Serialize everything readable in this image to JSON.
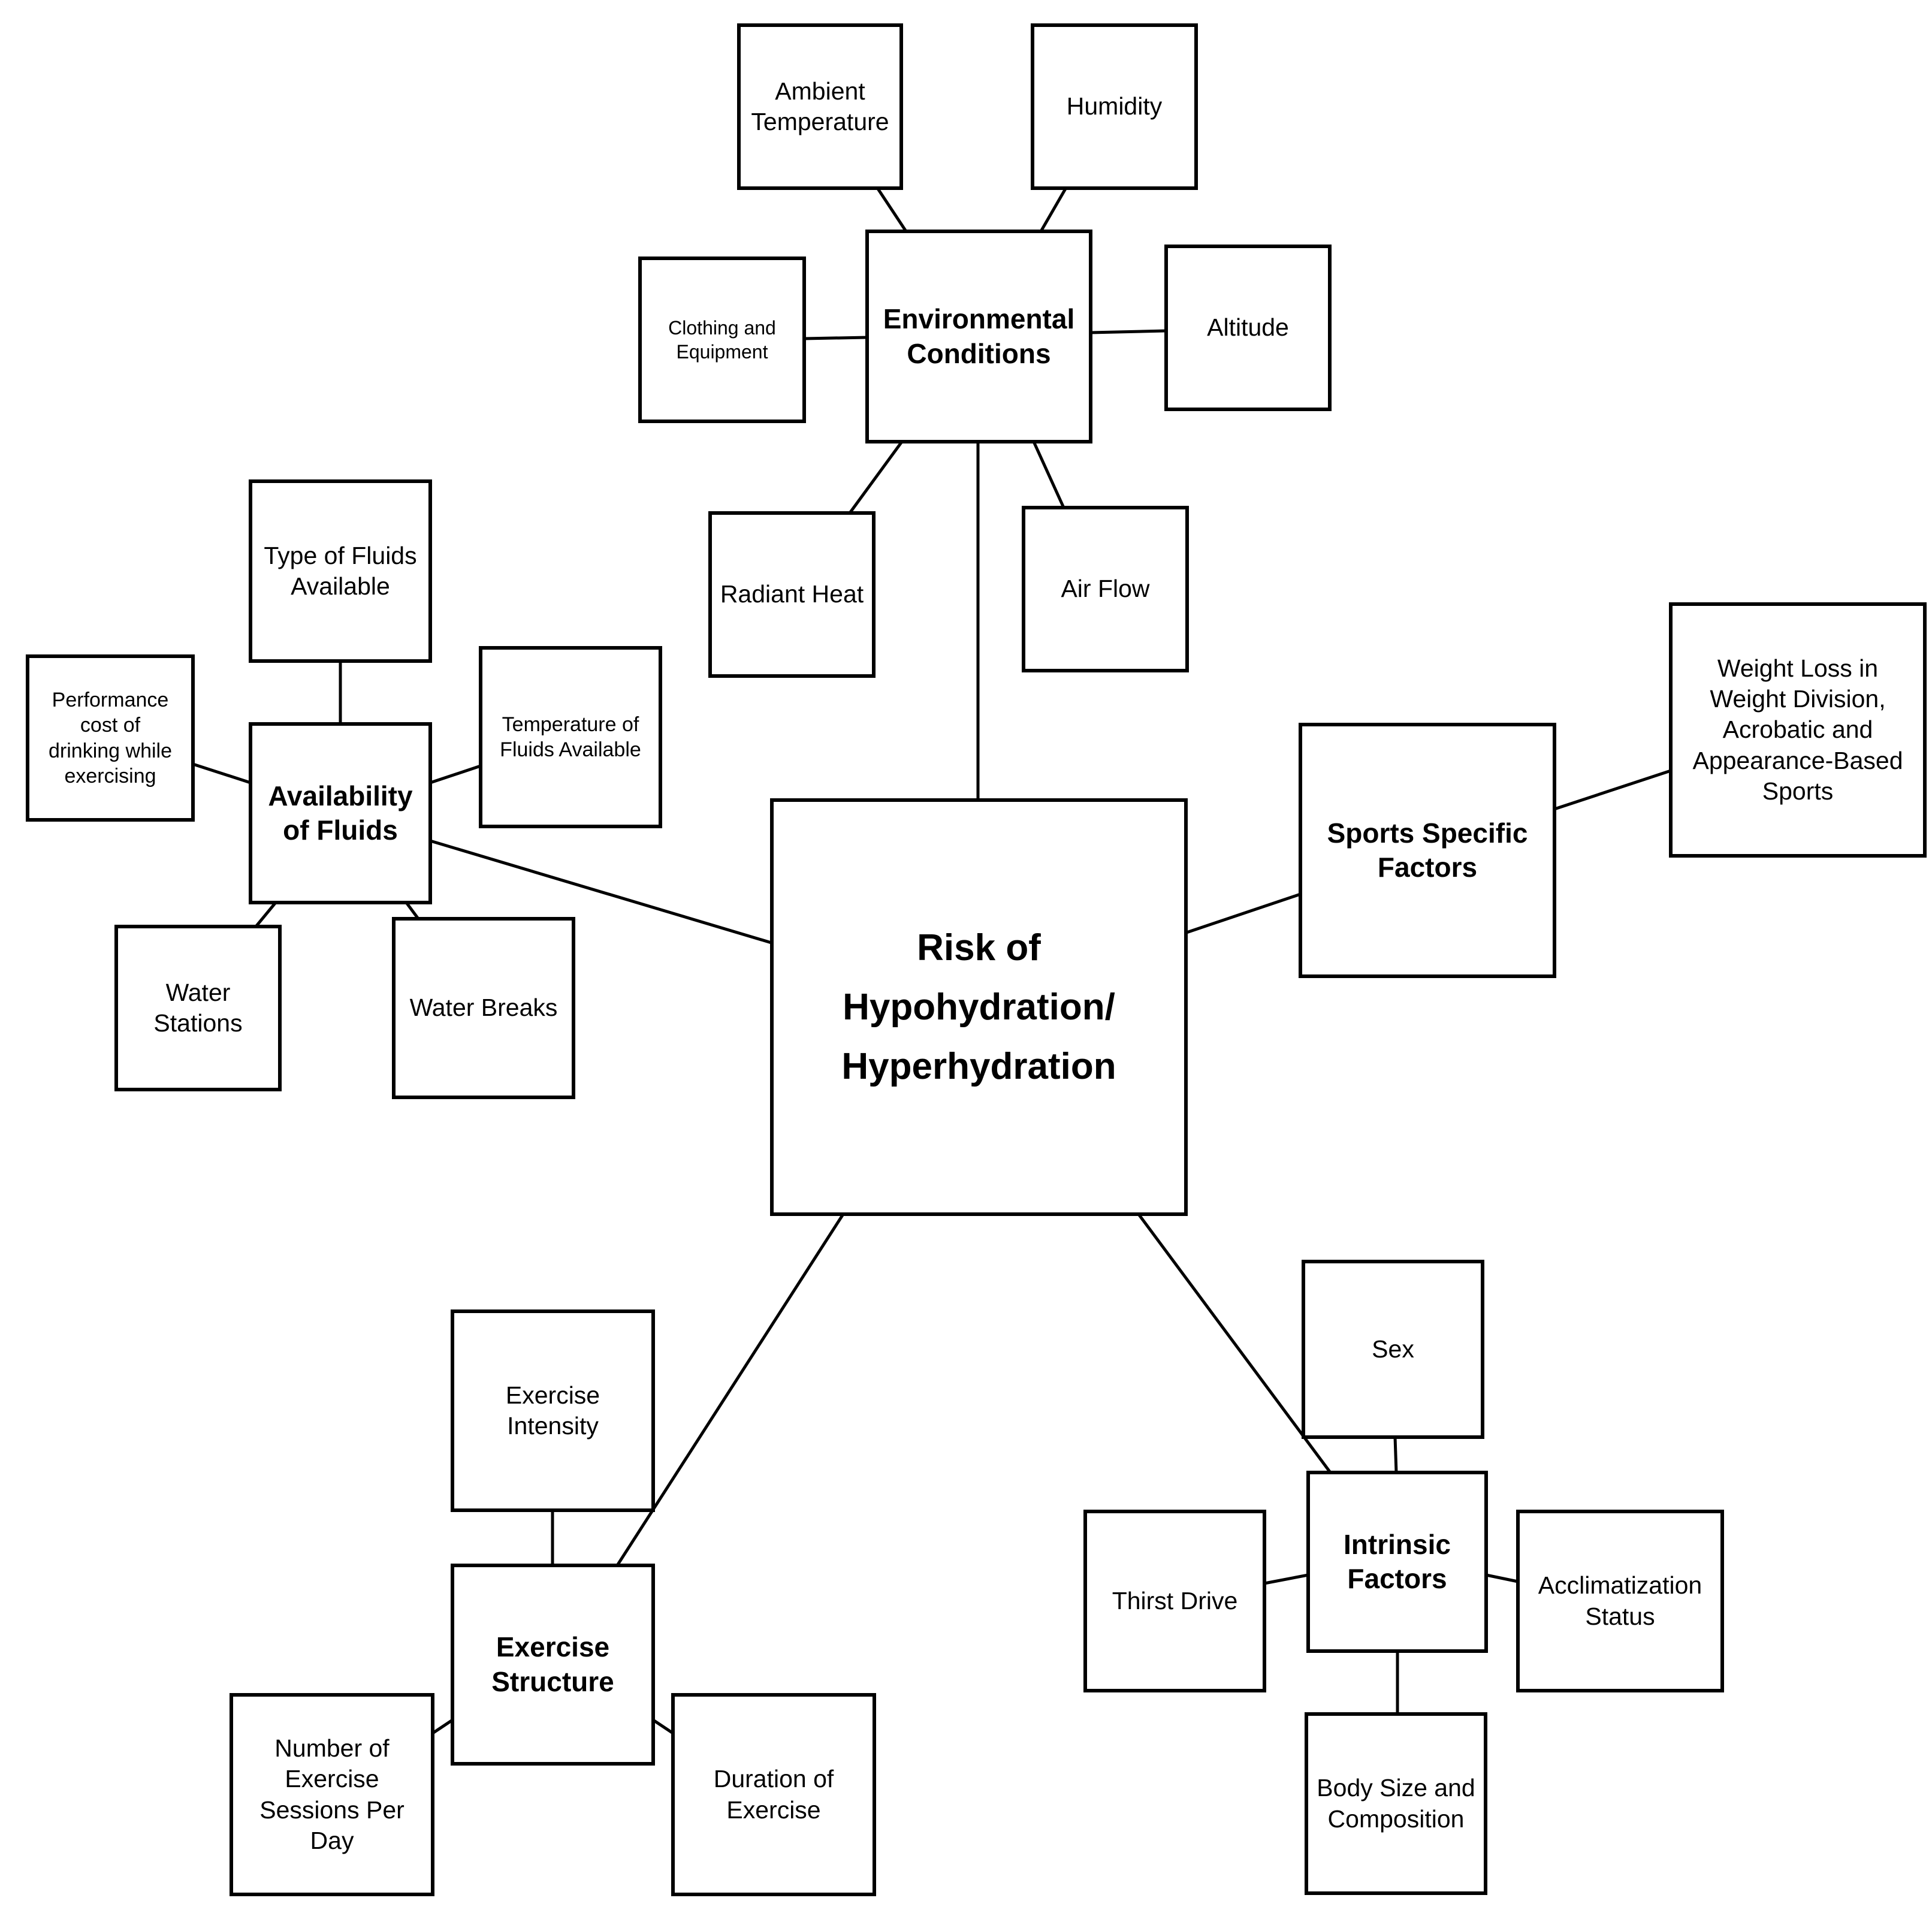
{
  "diagram": {
    "center": "Risk of\nHypohydration/\nHyperhydration",
    "environmental": {
      "title": "Environmental\nConditions",
      "ambient_temperature": "Ambient\nTemperature",
      "humidity": "Humidity",
      "clothing": "Clothing and\nEquipment",
      "altitude": "Altitude",
      "radiant_heat": "Radiant Heat",
      "air_flow": "Air Flow"
    },
    "fluids": {
      "title": "Availability\nof Fluids",
      "type": "Type of Fluids\nAvailable",
      "performance_cost": "Performance\ncost of\ndrinking while\nexercising",
      "temperature": "Temperature of\nFluids Available",
      "water_stations": "Water\nStations",
      "water_breaks": "Water Breaks"
    },
    "sports": {
      "title": "Sports Specific\nFactors",
      "weight_loss": "Weight Loss in\nWeight Division,\nAcrobatic and\nAppearance-Based\nSports"
    },
    "exercise": {
      "title": "Exercise\nStructure",
      "intensity": "Exercise\nIntensity",
      "sessions": "Number of\nExercise\nSessions Per\nDay",
      "duration": "Duration of\nExercise"
    },
    "intrinsic": {
      "title": "Intrinsic\nFactors",
      "sex": "Sex",
      "thirst": "Thirst Drive",
      "acclimatization": "Acclimatization\nStatus",
      "body_size": "Body  Size and\nComposition"
    }
  }
}
